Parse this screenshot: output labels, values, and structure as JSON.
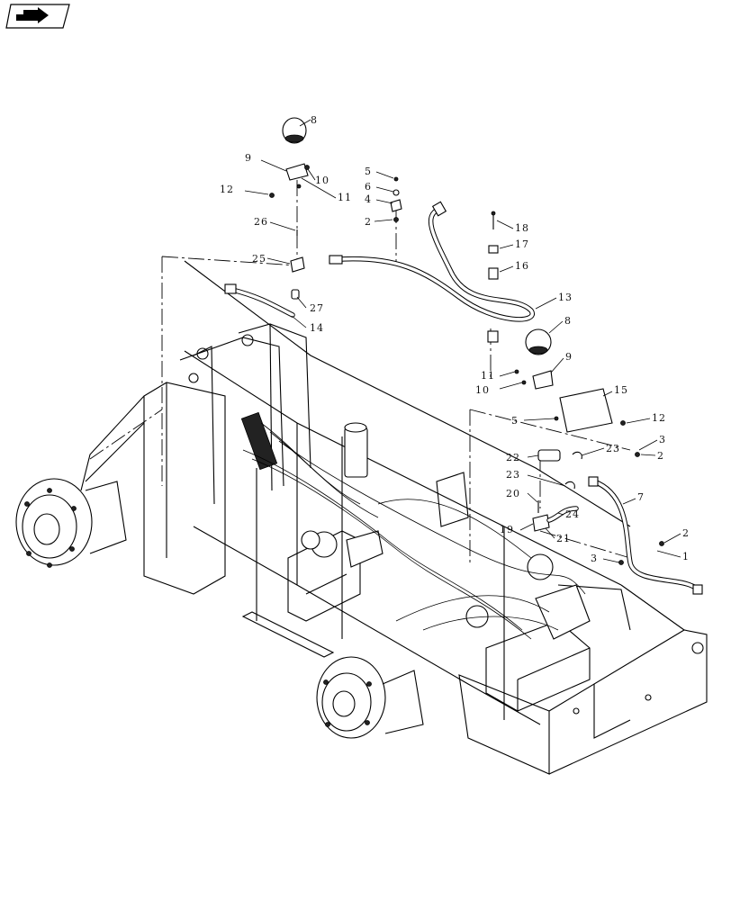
{
  "labels": {
    "l1": "1",
    "l2a": "2",
    "l2b": "2",
    "l2c": "2",
    "l3a": "3",
    "l3b": "3",
    "l4": "4",
    "l5a": "5",
    "l5b": "5",
    "l6": "6",
    "l7": "7",
    "l8a": "8",
    "l8b": "8",
    "l9a": "9",
    "l9b": "9",
    "l10a": "10",
    "l10b": "10",
    "l11a": "11",
    "l11b": "11",
    "l12a": "12",
    "l12b": "12",
    "l13": "13",
    "l14": "14",
    "l15": "15",
    "l16": "16",
    "l17": "17",
    "l18": "18",
    "l19": "19",
    "l20": "20",
    "l21": "21",
    "l22": "22",
    "l23a": "23",
    "l23b": "23",
    "l24": "24",
    "l25": "25",
    "l26": "26",
    "l27": "27"
  },
  "icons": {
    "nav": "next-page-arrow-icon"
  },
  "colors": {
    "line": "#000000",
    "background": "#ffffff"
  }
}
